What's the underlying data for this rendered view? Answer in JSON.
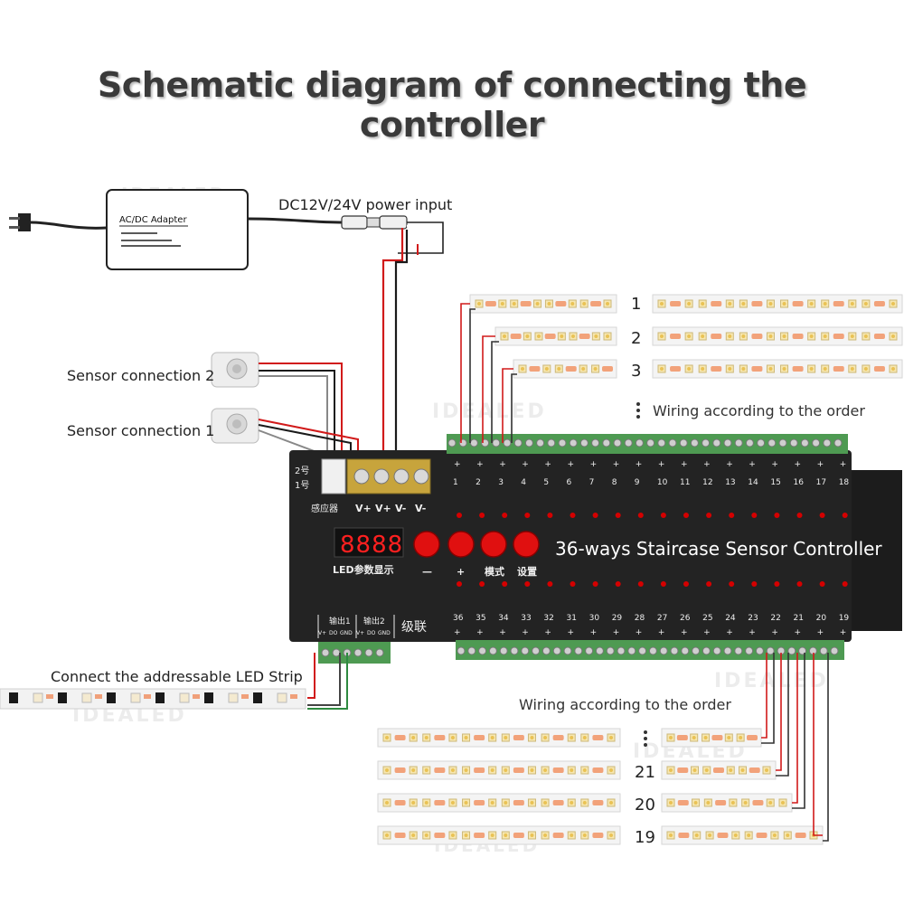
{
  "title": "Schematic diagram of connecting the controller",
  "power": {
    "adapter_label": "AC/DC Adapter",
    "input_label": "DC12V/24V power input"
  },
  "sensors": {
    "sensor2_label": "Sensor connection 2",
    "sensor1_label": "Sensor connection 1"
  },
  "addressable_label": "Connect the addressable LED Strip",
  "controller": {
    "name": "36-ways Staircase Sensor Controller",
    "display_value": "8888",
    "display_label": "LED参数显示",
    "buttons": [
      "—",
      "+",
      "模式",
      "设置"
    ],
    "power_terminal_labels": [
      "V+",
      "V+",
      "V-",
      "V-"
    ],
    "sensor_terminal_labels": [
      "2号",
      "1号",
      "感应器"
    ],
    "output_labels": [
      "输出1",
      "输出2"
    ],
    "output_pin_labels": [
      "V+",
      "DO",
      "GND",
      "V+",
      "DO",
      "GND"
    ],
    "cascade_label": "级联",
    "top_channels": [
      "1",
      "2",
      "3",
      "4",
      "5",
      "6",
      "7",
      "8",
      "9",
      "10",
      "11",
      "12",
      "13",
      "14",
      "15",
      "16",
      "17",
      "18"
    ],
    "bottom_channels": [
      "36",
      "35",
      "34",
      "33",
      "32",
      "31",
      "30",
      "29",
      "28",
      "27",
      "26",
      "25",
      "24",
      "23",
      "22",
      "21",
      "20",
      "19"
    ]
  },
  "strips_top": {
    "numbers": [
      "1",
      "2",
      "3"
    ],
    "wiring_note": "Wiring according to the order"
  },
  "strips_bottom": {
    "wiring_note": "Wiring according to the order",
    "numbers": [
      "21",
      "20",
      "19"
    ]
  },
  "watermark": "IDEALED",
  "colors": {
    "wire_red": "#d11a1a",
    "wire_black": "#1a1a1a",
    "controller_body": "#232323",
    "terminal_green": "#4e9a52",
    "led_red": "#d40000",
    "button_red": "#e01010",
    "display_digits": "#ff2020"
  }
}
